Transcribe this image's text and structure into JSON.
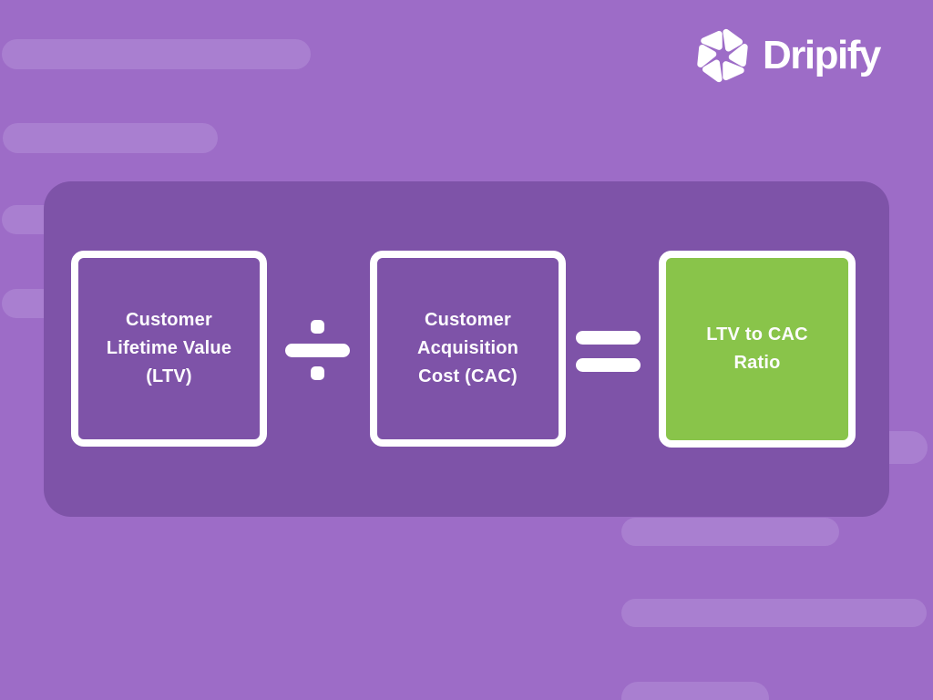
{
  "brand": {
    "name": "Dripify",
    "icon": "pinwheel-aperture-icon"
  },
  "formula": {
    "boxes": [
      {
        "id": "ltv",
        "style": "outlined",
        "lines": [
          "Customer",
          "Lifetime Value",
          "(LTV)"
        ]
      },
      {
        "id": "cac",
        "style": "outlined",
        "lines": [
          "Customer",
          "Acquisition",
          "Cost (CAC)"
        ]
      },
      {
        "id": "ratio",
        "style": "solid-green",
        "lines": [
          "LTV to CAC",
          "Ratio"
        ]
      }
    ],
    "operators": [
      {
        "id": "divide",
        "symbol": "÷"
      },
      {
        "id": "equals",
        "symbol": "="
      }
    ]
  },
  "colors": {
    "background": "#9d6cc7",
    "pill": "#a97fd0",
    "panel": "#7e53a8",
    "accent_green": "#89c44a",
    "white": "#ffffff",
    "text": "#fdfcfe"
  }
}
